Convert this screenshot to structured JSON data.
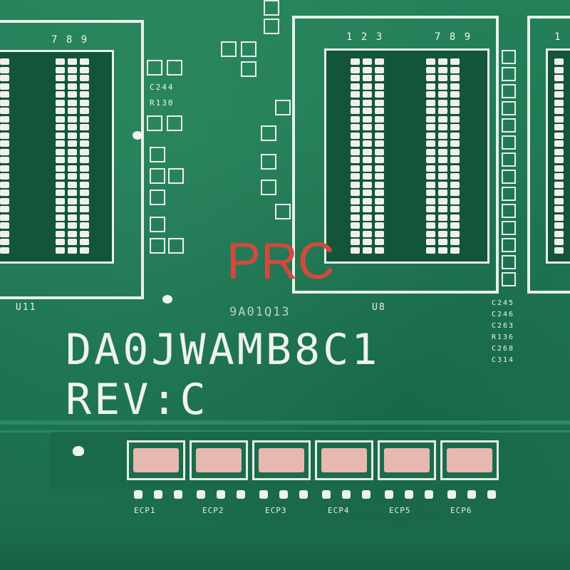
{
  "labels": {
    "part_number": "DA0JWAMB8C1",
    "revision": "REV:C",
    "date_code": "9A01Q13",
    "watermark": "PRC",
    "chip_left": "U11",
    "chip_middle": "U8",
    "pins_left": "7 8 9",
    "pins_middle_a": "1 2 3",
    "pins_middle_b": "7 8 9",
    "pins_right": "1"
  },
  "components": {
    "small_labels": [
      "C244",
      "R130",
      "C245",
      "C246",
      "C263",
      "R136",
      "C268",
      "C314"
    ],
    "ecp_labels": [
      "ECP1",
      "ECP2",
      "ECP3",
      "ECP4",
      "ECP5",
      "ECP6"
    ]
  },
  "colors": {
    "pcb": "#1f7a55",
    "silkscreen": "#eef3ee",
    "watermark": "#d14a3e",
    "component": "#e7b8b0"
  }
}
